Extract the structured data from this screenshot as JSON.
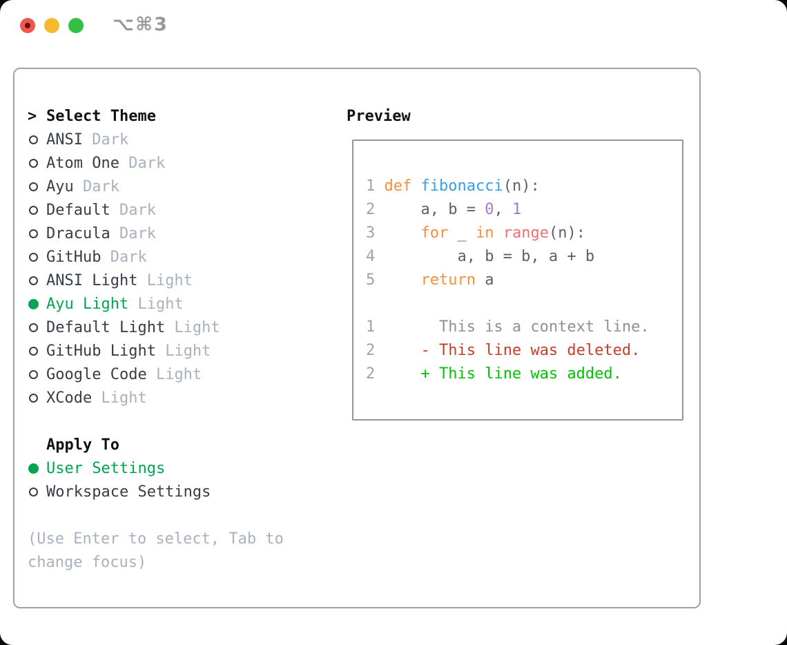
{
  "titlebar": {
    "title": "⌥⌘3"
  },
  "colors": {
    "heading": "#101316",
    "text_dark": "#363D45",
    "muted": "#A8B1BD",
    "selection_green": "#00A551",
    "panel_border": "#9AA3AE",
    "preview_border": "#8C97A2",
    "line_number": "#9AA4AE",
    "code_fg": "#5C6166",
    "keyword": "#FA8D3E",
    "function": "#399EE6",
    "number": "#A37ACC",
    "builtin": "#F07171",
    "context": "#8A9199",
    "deleted": "#C73E26",
    "added": "#00C200",
    "traffic_red": "#F2564D",
    "traffic_red_dot": "#63110B",
    "traffic_yellow": "#F5B82E",
    "traffic_green": "#32C146",
    "title_text": "#96999E"
  },
  "theme_list": {
    "prompt": ">",
    "header": "Select Theme",
    "items": [
      {
        "name": "ANSI",
        "variant": "Dark",
        "selected": false
      },
      {
        "name": "Atom One",
        "variant": "Dark",
        "selected": false
      },
      {
        "name": "Ayu",
        "variant": "Dark",
        "selected": false
      },
      {
        "name": "Default",
        "variant": "Dark",
        "selected": false
      },
      {
        "name": "Dracula",
        "variant": "Dark",
        "selected": false
      },
      {
        "name": "GitHub",
        "variant": "Dark",
        "selected": false
      },
      {
        "name": "ANSI Light",
        "variant": "Light",
        "selected": false
      },
      {
        "name": "Ayu Light",
        "variant": "Light",
        "selected": true
      },
      {
        "name": "Default Light",
        "variant": "Light",
        "selected": false
      },
      {
        "name": "GitHub Light",
        "variant": "Light",
        "selected": false
      },
      {
        "name": "Google Code",
        "variant": "Light",
        "selected": false
      },
      {
        "name": "XCode",
        "variant": "Light",
        "selected": false
      }
    ]
  },
  "apply_to": {
    "header": "Apply To",
    "options": [
      {
        "label": "User Settings",
        "selected": true
      },
      {
        "label": "Workspace Settings",
        "selected": false
      }
    ]
  },
  "hint": {
    "lines": [
      "(Use Enter to select, Tab to",
      "change focus)"
    ]
  },
  "preview": {
    "header": "Preview",
    "lines": [
      {
        "num": "1",
        "segments": [
          {
            "text": " ",
            "color": "code_fg"
          },
          {
            "text": "def",
            "color": "keyword"
          },
          {
            "text": " ",
            "color": "code_fg"
          },
          {
            "text": "fibonacci",
            "color": "function"
          },
          {
            "text": "(n):",
            "color": "code_fg"
          }
        ]
      },
      {
        "num": "2",
        "segments": [
          {
            "text": "     a, b = ",
            "color": "code_fg"
          },
          {
            "text": "0",
            "color": "number"
          },
          {
            "text": ", ",
            "color": "code_fg"
          },
          {
            "text": "1",
            "color": "number"
          }
        ]
      },
      {
        "num": "3",
        "segments": [
          {
            "text": "     ",
            "color": "code_fg"
          },
          {
            "text": "for",
            "color": "keyword"
          },
          {
            "text": " _ ",
            "color": "code_fg"
          },
          {
            "text": "in",
            "color": "keyword"
          },
          {
            "text": " ",
            "color": "code_fg"
          },
          {
            "text": "range",
            "color": "builtin"
          },
          {
            "text": "(n):",
            "color": "code_fg"
          }
        ]
      },
      {
        "num": "4",
        "segments": [
          {
            "text": "         a, b = b, a + b",
            "color": "code_fg"
          }
        ]
      },
      {
        "num": "5",
        "segments": [
          {
            "text": "     ",
            "color": "code_fg"
          },
          {
            "text": "return",
            "color": "keyword"
          },
          {
            "text": " a",
            "color": "code_fg"
          }
        ]
      },
      {
        "num": "",
        "segments": []
      },
      {
        "num": "1",
        "segments": [
          {
            "text": "       This is a context line.",
            "color": "context"
          }
        ]
      },
      {
        "num": "2",
        "segments": [
          {
            "text": "     ",
            "color": "code_fg"
          },
          {
            "text": "- This line was deleted.",
            "color": "deleted"
          }
        ]
      },
      {
        "num": "2",
        "segments": [
          {
            "text": "     ",
            "color": "code_fg"
          },
          {
            "text": "+ This line was added.",
            "color": "added"
          }
        ]
      }
    ]
  }
}
